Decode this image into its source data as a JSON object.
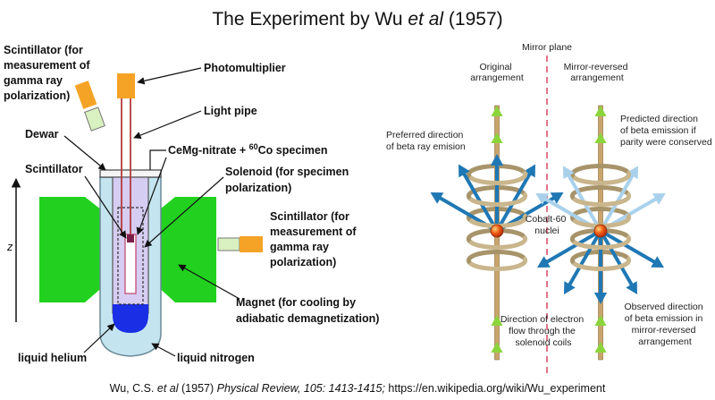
{
  "title": {
    "prefix": "The Experiment by Wu ",
    "italic": "et al",
    "suffix": " (1957)"
  },
  "left": {
    "scint_top": [
      "Scintillator (for",
      "measurement of",
      "gamma ray",
      "polarization)"
    ],
    "photomultiplier": "Photomultiplier",
    "light_pipe": "Light pipe",
    "dewar": "Dewar",
    "specimen": {
      "prefix": "CeMg-nitrate + ",
      "sup": "60",
      "suffix": "Co specimen"
    },
    "scint_left": "Scintillator",
    "solenoid": [
      "Solenoid (for specimen",
      "polarization)"
    ],
    "scint_right": [
      "Scintillator (for",
      "measurement of",
      "gamma ray",
      "polarization)"
    ],
    "magnet": [
      "Magnet (for cooling by",
      "adiabatic demagnetization)"
    ],
    "liquid_helium": "liquid helium",
    "liquid_nitrogen": "liquid nitrogen",
    "z_axis": "z"
  },
  "right": {
    "mirror_plane": "Mirror plane",
    "original": [
      "Original",
      "arrangement"
    ],
    "mirror_reversed": [
      "Mirror-reversed",
      "arrangement"
    ],
    "preferred": [
      "Preferred direction",
      "of beta ray emision"
    ],
    "predicted": [
      "Predicted direction",
      "of beta emission if",
      "parity were conserved"
    ],
    "cobalt": [
      "Cobalt-60",
      "nuclei"
    ],
    "electron_flow": [
      "Direction of electron",
      "flow through the",
      "solenoid coils"
    ],
    "observed": [
      "Observed direction",
      "of beta emission in",
      "mirror-reversed",
      "arrangement"
    ]
  },
  "citation": {
    "a": "Wu, C.S. ",
    "b": "et al",
    "c": " (1957) ",
    "d": "Physical Review, 105: 1413-1415;",
    "e": "  https://en.wikipedia.org/wiki/Wu_experiment"
  },
  "colors": {
    "magnet": "#22d11f",
    "orange": "#f5a326",
    "scint_fill": "#d9f0c0",
    "blue_arrow": "#1f78b4",
    "pale_arrow": "#a9d1ec",
    "green_arrow": "#8cd43c",
    "coil": "#c9b68c",
    "helium": "#1a2ee6",
    "nitrogen": "#c4e5ef",
    "mirror": "#e0748a",
    "rod": "#b25e5e"
  }
}
